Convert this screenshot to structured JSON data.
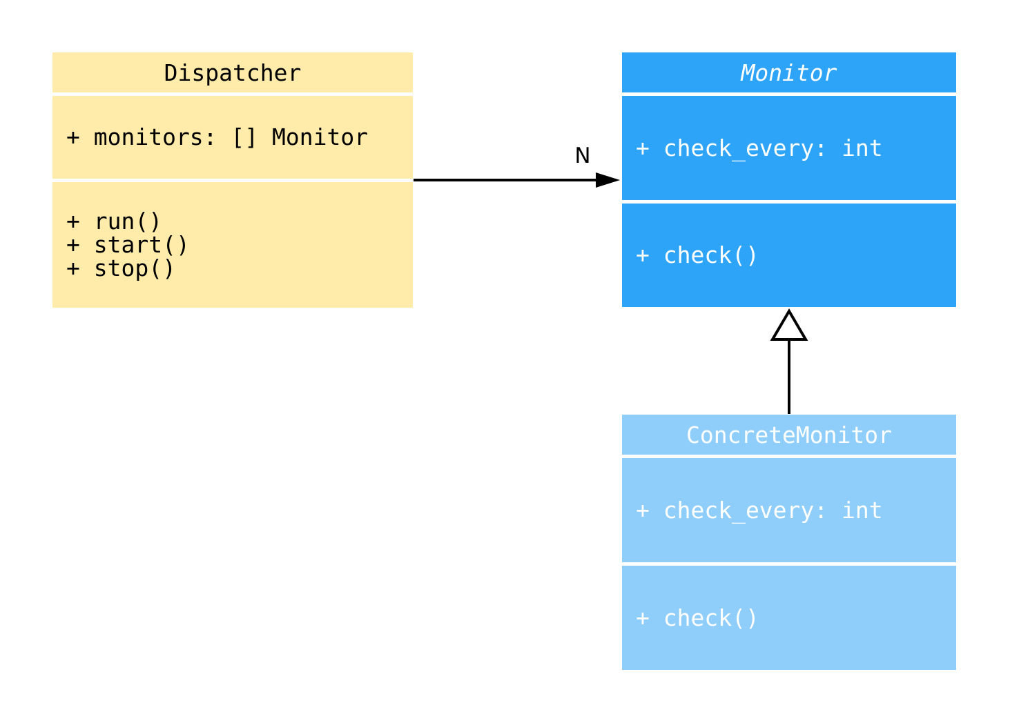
{
  "diagram": {
    "type": "uml-class-diagram",
    "background_color": "#ffffff",
    "classes": [
      {
        "name": "Dispatcher",
        "abstract": false,
        "fill_color": "#FFECAA",
        "text_color": "#000000",
        "attributes": [
          "+ monitors: [] Monitor"
        ],
        "methods": [
          "+ run()",
          "+ start()",
          "+ stop()"
        ]
      },
      {
        "name": "Monitor",
        "abstract": true,
        "fill_color": "#2EA4F8",
        "text_color": "#ffffff",
        "attributes": [
          "+ check_every: int"
        ],
        "methods": [
          "+ check()"
        ]
      },
      {
        "name": "ConcreteMonitor",
        "abstract": false,
        "fill_color": "#8FCEFA",
        "text_color": "#ffffff",
        "attributes": [
          "+ check_every: int"
        ],
        "methods": [
          "+ check()"
        ]
      }
    ],
    "relations": [
      {
        "type": "association",
        "from": "Dispatcher",
        "to": "Monitor",
        "label": "N",
        "line_color": "#000000"
      },
      {
        "type": "inheritance",
        "from": "ConcreteMonitor",
        "to": "Monitor",
        "label": "",
        "line_color": "#000000"
      }
    ]
  }
}
